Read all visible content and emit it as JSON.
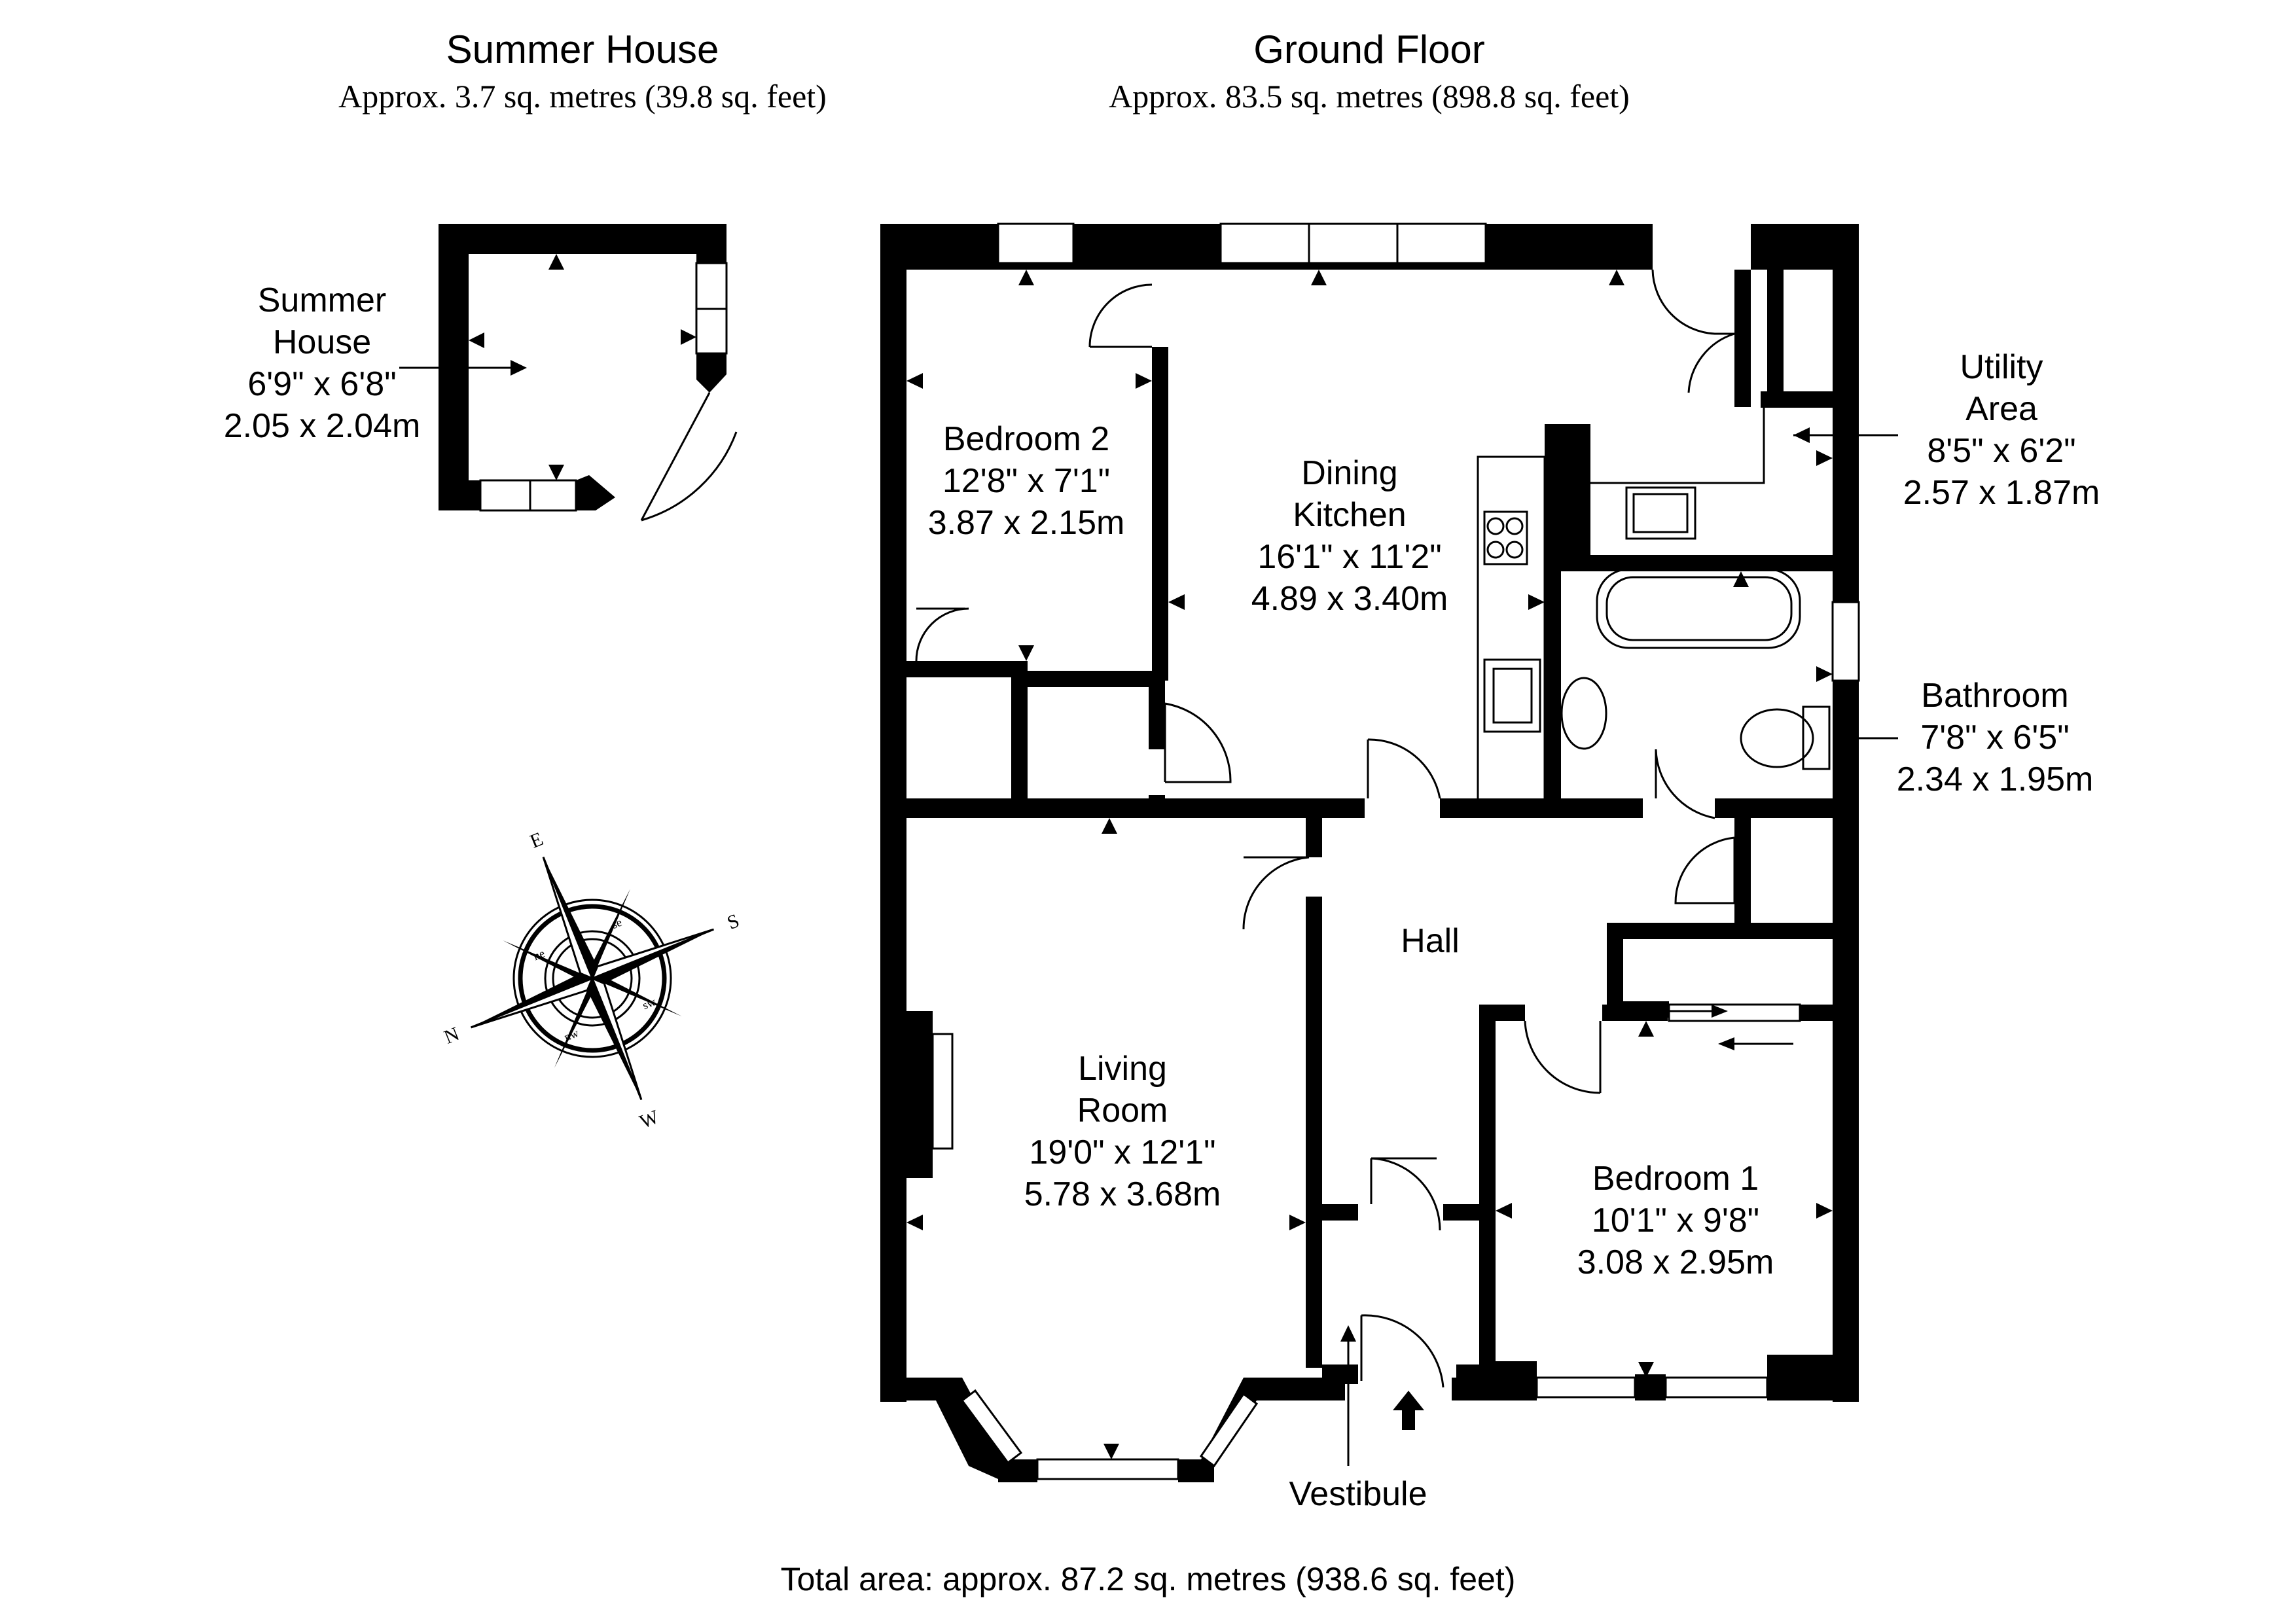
{
  "headings": {
    "summer_house": {
      "title": "Summer House",
      "area": "Approx. 3.7 sq. metres (39.8 sq. feet)"
    },
    "ground_floor": {
      "title": "Ground Floor",
      "area": "Approx. 83.5 sq. metres (898.8 sq. feet)"
    }
  },
  "rooms": {
    "summer_house": {
      "lines": [
        "Summer",
        "House",
        "6'9\" x 6'8\"",
        "2.05 x 2.04m"
      ]
    },
    "bedroom_2": {
      "lines": [
        "Bedroom 2",
        "12'8\" x 7'1\"",
        "3.87 x 2.15m"
      ]
    },
    "dining_kitchen": {
      "lines": [
        "Dining",
        "Kitchen",
        "16'1\" x 11'2\"",
        "4.89 x 3.40m"
      ]
    },
    "utility_area": {
      "lines": [
        "Utility",
        "Area",
        "8'5\" x 6'2\"",
        "2.57 x 1.87m"
      ]
    },
    "bathroom": {
      "lines": [
        "Bathroom",
        "7'8\" x 6'5\"",
        "2.34 x 1.95m"
      ]
    },
    "hall": {
      "lines": [
        "Hall"
      ]
    },
    "living_room": {
      "lines": [
        "Living",
        "Room",
        "19'0\" x 12'1\"",
        "5.78 x 3.68m"
      ]
    },
    "bedroom_1": {
      "lines": [
        "Bedroom 1",
        "10'1\" x 9'8\"",
        "3.08 x 2.95m"
      ]
    },
    "vestibule": {
      "lines": [
        "Vestibule"
      ]
    }
  },
  "compass": {
    "N": "N",
    "E": "E",
    "S": "S",
    "W": "W",
    "ne": "ne",
    "se": "se",
    "sw": "sw",
    "nw": "nw"
  },
  "footer": {
    "total_area": "Total area: approx. 87.2 sq. metres (938.6 sq. feet)"
  }
}
